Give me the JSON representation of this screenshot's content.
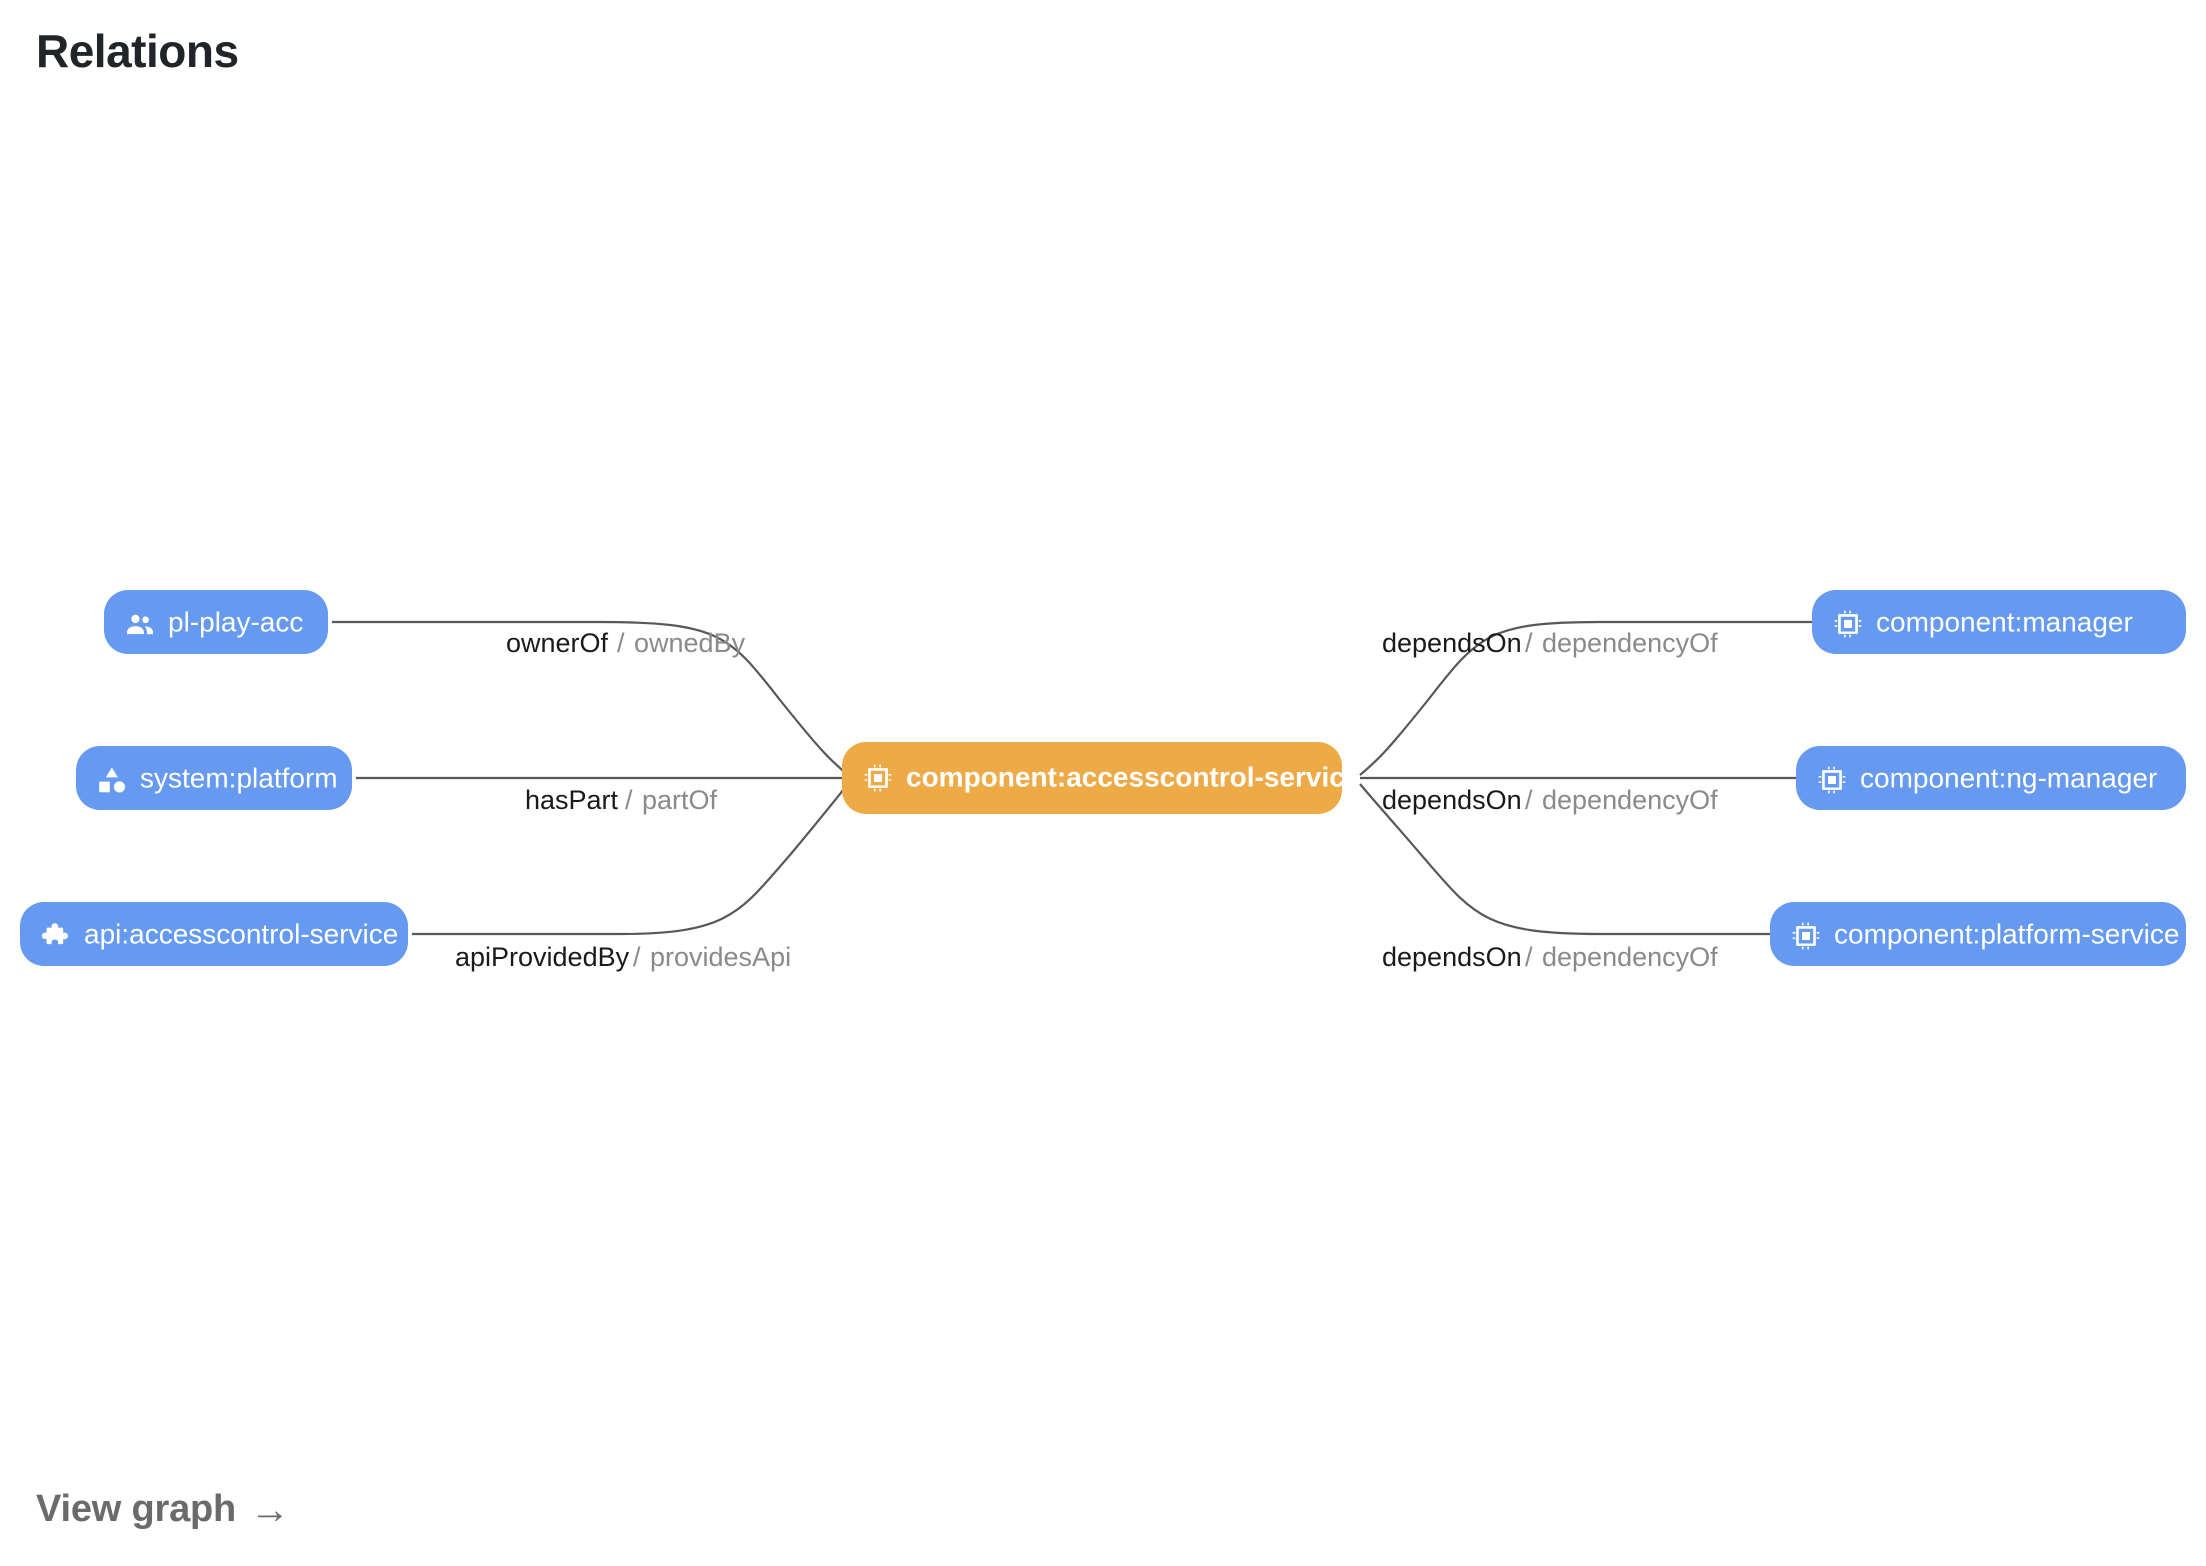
{
  "header": {
    "title": "Relations"
  },
  "footer": {
    "view_graph_label": "View graph",
    "view_graph_arrow": "→"
  },
  "colors": {
    "node_blue": "#6699f0",
    "node_orange": "#eeaa46",
    "edge_line": "#585858",
    "label_forward": "#1a1a1a",
    "label_reverse": "#8a8a8a",
    "title": "#212529",
    "link": "#6b6b6b",
    "background": "#ffffff"
  },
  "graph": {
    "focus_node_id": "component:accesscontrol-service",
    "nodes": [
      {
        "id": "pl-play-acc",
        "label": "pl-play-acc",
        "icon": "group-icon",
        "kind": "group",
        "color": "blue",
        "position": "left-top"
      },
      {
        "id": "system:platform",
        "label": "system:platform",
        "icon": "category-shapes-icon",
        "kind": "system",
        "color": "blue",
        "position": "left-middle"
      },
      {
        "id": "api:accesscontrol-service",
        "label": "api:accesscontrol-service",
        "icon": "puzzle-piece-icon",
        "kind": "api",
        "color": "blue",
        "position": "left-bottom"
      },
      {
        "id": "component:accesscontrol-service",
        "label": "component:accesscontrol-service",
        "icon": "memory-chip-icon",
        "kind": "component",
        "color": "orange",
        "position": "center"
      },
      {
        "id": "component:manager",
        "label": "component:manager",
        "icon": "memory-chip-icon",
        "kind": "component",
        "color": "blue",
        "position": "right-top"
      },
      {
        "id": "component:ng-manager",
        "label": "component:ng-manager",
        "icon": "memory-chip-icon",
        "kind": "component",
        "color": "blue",
        "position": "right-middle"
      },
      {
        "id": "component:platform-service",
        "label": "component:platform-service",
        "icon": "memory-chip-icon",
        "kind": "component",
        "color": "blue",
        "position": "right-bottom"
      }
    ],
    "edges": [
      {
        "id": "edge-ownerof",
        "source": "pl-play-acc",
        "target": "component:accesscontrol-service",
        "forward": "ownerOf",
        "separator": "/",
        "reverse": "ownedBy"
      },
      {
        "id": "edge-haspart",
        "source": "system:platform",
        "target": "component:accesscontrol-service",
        "forward": "hasPart",
        "separator": "/",
        "reverse": "partOf"
      },
      {
        "id": "edge-apiprovidedby",
        "source": "api:accesscontrol-service",
        "target": "component:accesscontrol-service",
        "forward": "apiProvidedBy",
        "separator": "/",
        "reverse": "providesApi"
      },
      {
        "id": "edge-dependson-manager",
        "source": "component:accesscontrol-service",
        "target": "component:manager",
        "forward": "dependsOn",
        "separator": "/",
        "reverse": "dependencyOf"
      },
      {
        "id": "edge-dependson-ng-manager",
        "source": "component:accesscontrol-service",
        "target": "component:ng-manager",
        "forward": "dependsOn",
        "separator": "/",
        "reverse": "dependencyOf"
      },
      {
        "id": "edge-dependson-platform-service",
        "source": "component:accesscontrol-service",
        "target": "component:platform-service",
        "forward": "dependsOn",
        "separator": "/",
        "reverse": "dependencyOf"
      }
    ]
  }
}
